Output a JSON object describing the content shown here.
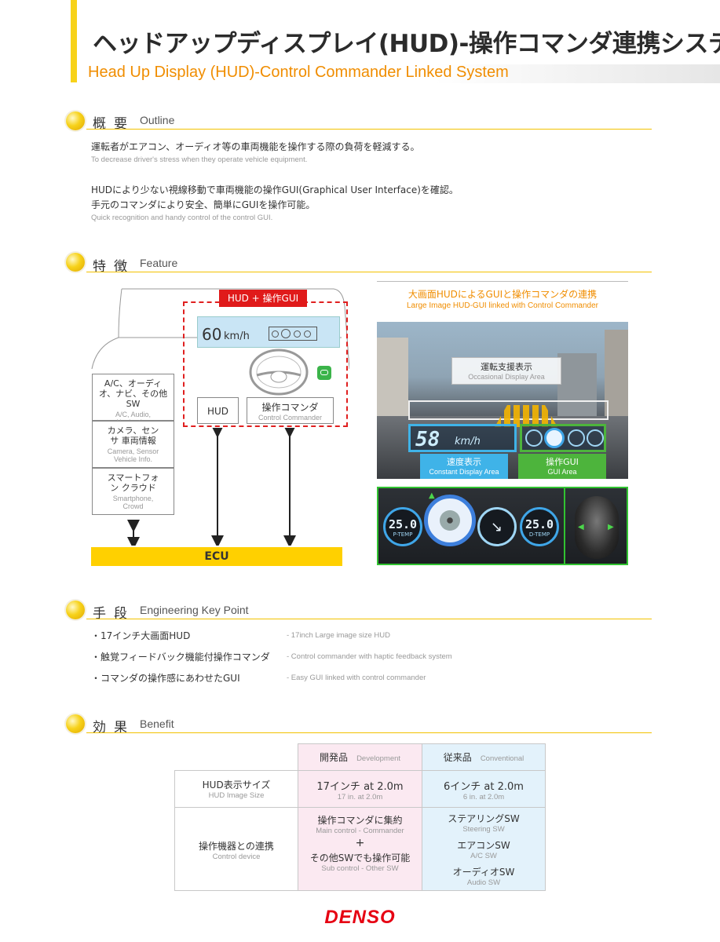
{
  "header": {
    "title_jp": "ヘッドアップディスプレイ(HUD)-操作コマンダ連携システム",
    "title_en": "Head Up Display (HUD)-Control Commander Linked System"
  },
  "outline": {
    "heading_jp": "概要",
    "heading_en": "Outline",
    "p1_jp": "運転者がエアコン、オーディオ等の車両機能を操作する際の負荷を軽減する。",
    "p1_en": "To decrease driver's stress when they operate vehicle equipment.",
    "p2_jp_line1": "HUDにより少ない視線移動で車両機能の操作GUI(Graphical User Interface)を確認。",
    "p2_jp_line2": "手元のコマンダにより安全、簡単にGUIを操作可能。",
    "p2_en": "Quick recognition and handy control of the control GUI."
  },
  "feature": {
    "heading_jp": "特徴",
    "heading_en": "Feature",
    "diagram": {
      "hud_gui_label": "HUD + 操作GUI",
      "speed": "60",
      "speed_unit": "km/h",
      "side_boxes": [
        {
          "jp": "A/C、オーディオ、ナビ、その他SW",
          "en": "A/C, Audio, Navigation"
        },
        {
          "jp": "カメラ、センサ 車両情報",
          "en": "Camera, Sensor Vehicle Info."
        },
        {
          "jp": "スマートフォン クラウド",
          "en": "Smartphone, Crowd"
        }
      ],
      "hud_label": "HUD",
      "commander_jp": "操作コマンダ",
      "commander_en": "Control Commander",
      "ecu_label": "ECU"
    },
    "photo": {
      "caption_jp": "大画面HUDによるGUIと操作コマンダの連携",
      "caption_en": "Large Image HUD-GUI linked with Control Commander",
      "occasional_jp": "運転支援表示",
      "occasional_en": "Occasional Display Area",
      "constant_jp": "速度表示",
      "constant_en": "Constant Display Area",
      "gui_jp": "操作GUI",
      "gui_en": "GUI Area",
      "hud_speed": "58",
      "hud_unit": "km/h",
      "temp_left": "25.0",
      "temp_left_label": "P-TEMP",
      "temp_right": "25.0",
      "temp_right_label": "D-TEMP",
      "colors": {
        "constant": "#3fb3e8",
        "gui": "#4db43c",
        "frame": "#31c331"
      }
    }
  },
  "engineering": {
    "heading_jp": "手段",
    "heading_en": "Engineering Key Point",
    "items": [
      {
        "jp": "・17インチ大画面HUD",
        "en": "- 17inch Large image size HUD"
      },
      {
        "jp": "・触覚フィードバック機能付操作コマンダ",
        "en": "- Control commander with haptic feedback system"
      },
      {
        "jp": "・コマンダの操作感にあわせたGUI",
        "en": "- Easy GUI linked with control commander"
      }
    ]
  },
  "benefit": {
    "heading_jp": "効果",
    "heading_en": "Benefit",
    "col_dev_jp": "開発品",
    "col_dev_en": "Development",
    "col_conv_jp": "従来品",
    "col_conv_en": "Conventional",
    "row1": {
      "label_jp": "HUD表示サイズ",
      "label_en": "HUD Image Size",
      "dev_jp": "17インチ at 2.0m",
      "dev_en": "17 in. at 2.0m",
      "conv_jp": "6インチ at 2.0m",
      "conv_en": "6 in. at 2.0m"
    },
    "row2": {
      "label_jp": "操作機器との連携",
      "label_en": "Control device",
      "dev_jp1": "操作コマンダに集約",
      "dev_en1": "Main control - Commander",
      "dev_plus": "+",
      "dev_jp2": "その他SWでも操作可能",
      "dev_en2": "Sub control - Other SW",
      "conv_jp1": "ステアリングSW",
      "conv_en1": "Steering SW",
      "conv_jp2": "エアコンSW",
      "conv_en2": "A/C SW",
      "conv_jp3": "オーディオSW",
      "conv_en3": "Audio SW"
    },
    "colors": {
      "dev_bg": "#fbe9f1",
      "conv_bg": "#e3f2fb"
    }
  },
  "footer": {
    "logo": "DENSO"
  }
}
